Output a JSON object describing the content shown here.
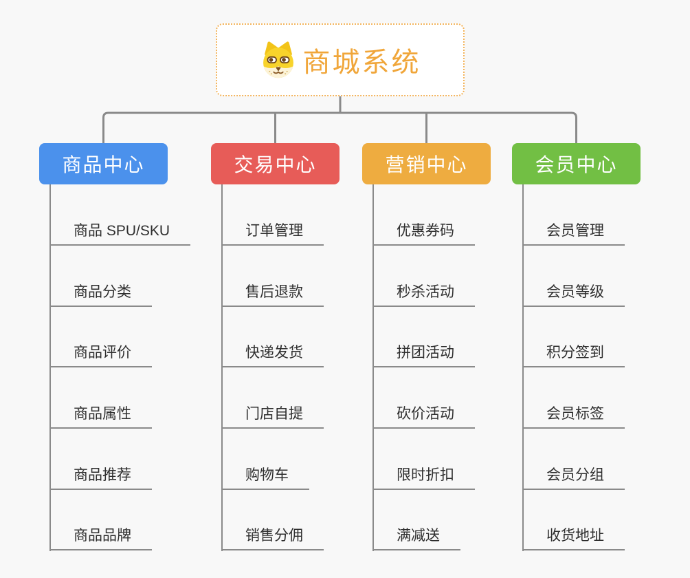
{
  "app": {
    "background_color": "#F8F8F8",
    "connector_color": "#8A8A8A"
  },
  "root": {
    "title": "商城系统",
    "icon": "dog-face-icon",
    "text_color": "#F0A63A",
    "border_color": "#F3B45C"
  },
  "branches": [
    {
      "label": "商品中心",
      "color": "#4B91EC",
      "children": [
        "商品 SPU/SKU",
        "商品分类",
        "商品评价",
        "商品属性",
        "商品推荐",
        "商品品牌"
      ]
    },
    {
      "label": "交易中心",
      "color": "#E75C58",
      "children": [
        "订单管理",
        "售后退款",
        "快递发货",
        "门店自提",
        "购物车",
        "销售分佣"
      ]
    },
    {
      "label": "营销中心",
      "color": "#EEAC40",
      "children": [
        "优惠券码",
        "秒杀活动",
        "拼团活动",
        "砍价活动",
        "限时折扣",
        "满减送"
      ]
    },
    {
      "label": "会员中心",
      "color": "#72BF44",
      "children": [
        "会员管理",
        "会员等级",
        "积分签到",
        "会员标签",
        "会员分组",
        "收货地址"
      ]
    }
  ]
}
